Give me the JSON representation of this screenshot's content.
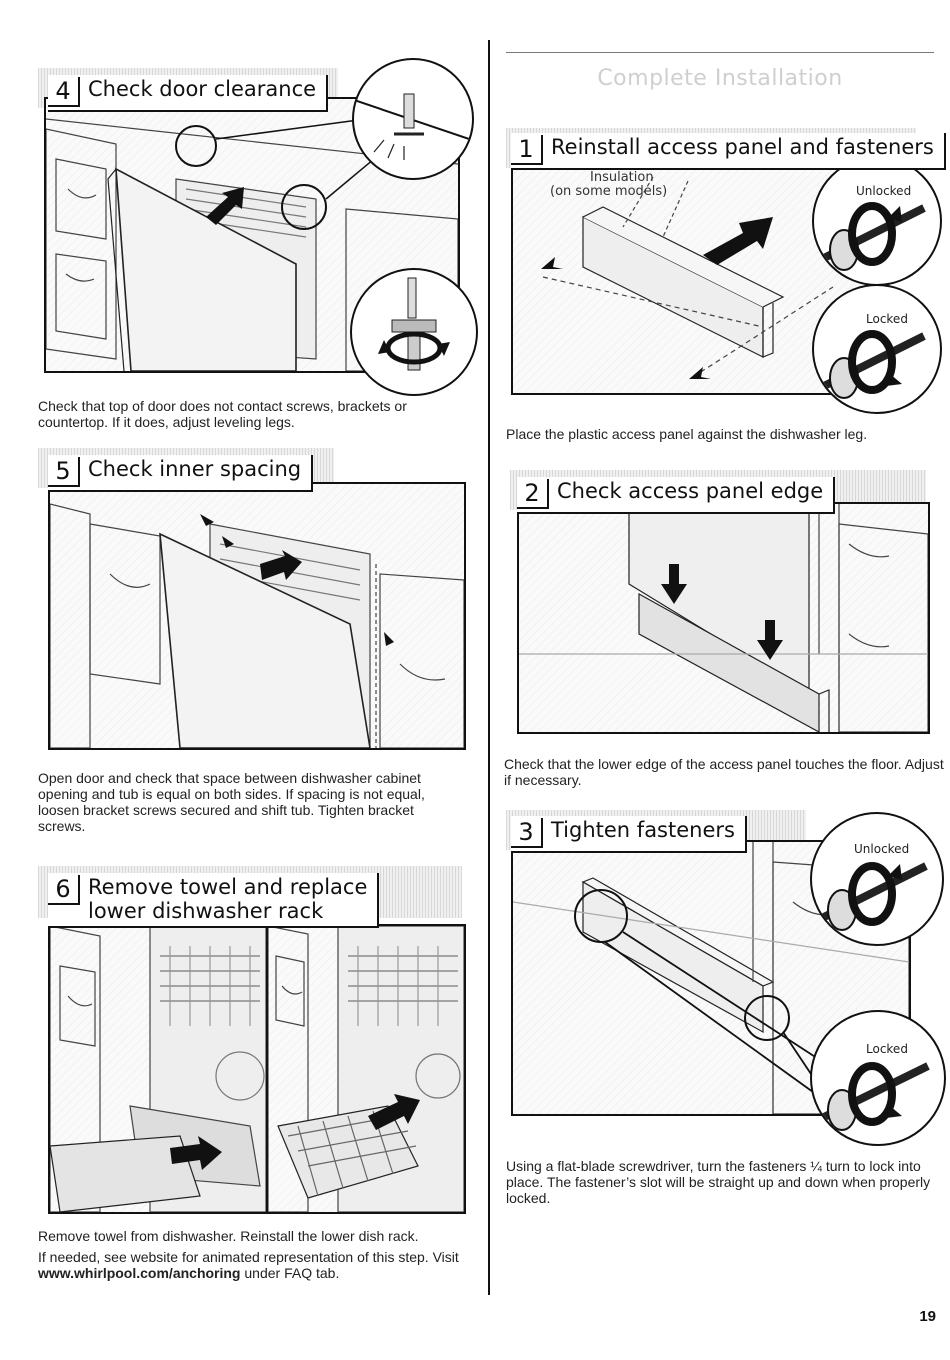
{
  "section_title": "Complete Installation",
  "page_number": "19",
  "left_steps": [
    {
      "number": "4",
      "title": "Check door clearance",
      "caption": "Check that top of door does not contact screws, brackets or countertop. If it does, adjust leveling legs."
    },
    {
      "number": "5",
      "title": "Check inner spacing",
      "caption": "Open door and check that space between dishwasher cabinet opening and tub is equal on both sides. If spacing is not equal, loosen bracket screws secured and shift tub. Tighten bracket screws."
    },
    {
      "number": "6",
      "title_line1": "Remove towel and replace",
      "title_line2": "lower dishwasher rack",
      "caption_1": "Remove towel from dishwasher. Reinstall the lower dish rack.",
      "caption_2_prefix": "If needed, see website for animated representation of this step. Visit ",
      "caption_2_link": "www.whirlpool.com/anchoring",
      "caption_2_suffix": " under FAQ tab."
    }
  ],
  "right_steps": [
    {
      "number": "1",
      "title": "Reinstall access panel and fasteners",
      "label_insulation_1": "Insulation",
      "label_insulation_2": "(on some models)",
      "label_unlocked": "Unlocked",
      "label_locked": "Locked",
      "caption": "Place the plastic access panel against the dishwasher leg."
    },
    {
      "number": "2",
      "title": "Check access panel edge",
      "caption": "Check that the lower edge of the access panel touches the floor. Adjust if necessary."
    },
    {
      "number": "3",
      "title": "Tighten fasteners",
      "label_unlocked": "Unlocked",
      "label_locked": "Locked",
      "caption": "Using a flat-blade screwdriver, turn the fasteners ¼ turn to lock into place. The fastener’s slot will be straight up and down when properly locked."
    }
  ]
}
